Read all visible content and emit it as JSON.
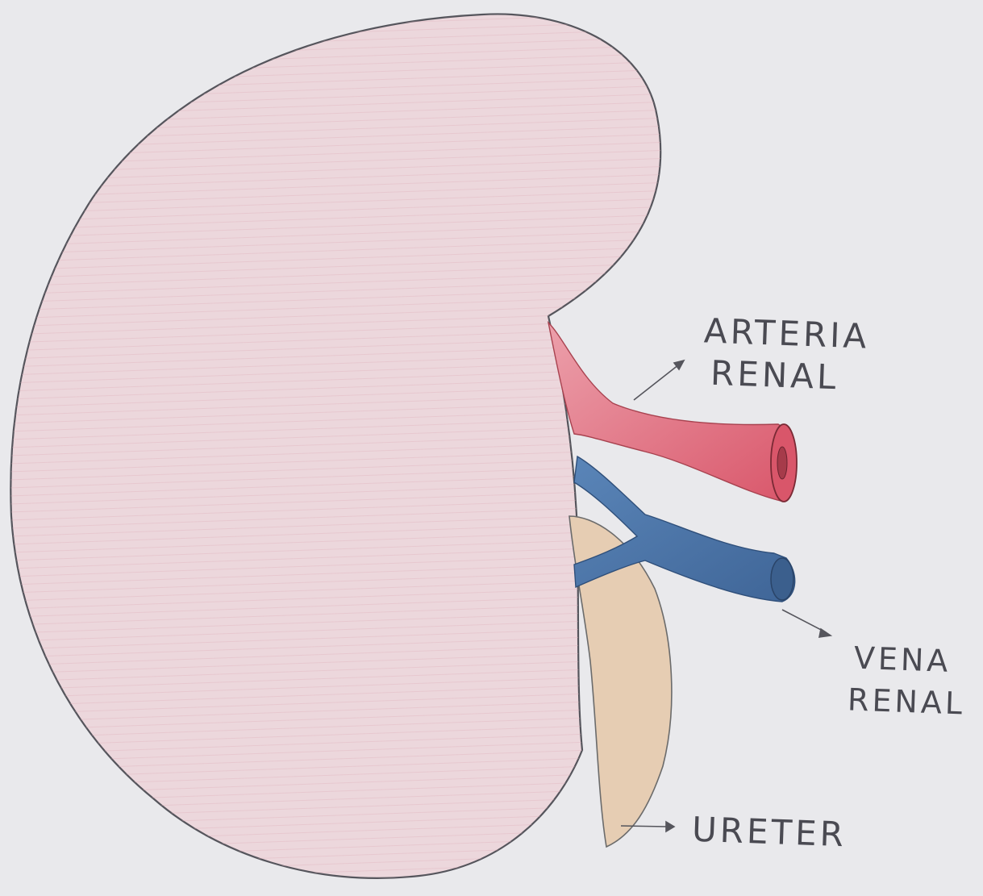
{
  "labels": {
    "arteria_renal": {
      "line1": "ARTERIA",
      "line2": "RENAL"
    },
    "vena_renal": {
      "line1": "VENA",
      "line2": "RENAL"
    },
    "ureter": "URETER"
  },
  "colors": {
    "paper": "#e9e9ec",
    "kidney_fill": "#ecd7dc",
    "outline": "#55555c",
    "artery": "#e06a78",
    "vein": "#4d76a8",
    "ureter": "#e6cdb3",
    "label_ink": "#4a4a52"
  }
}
